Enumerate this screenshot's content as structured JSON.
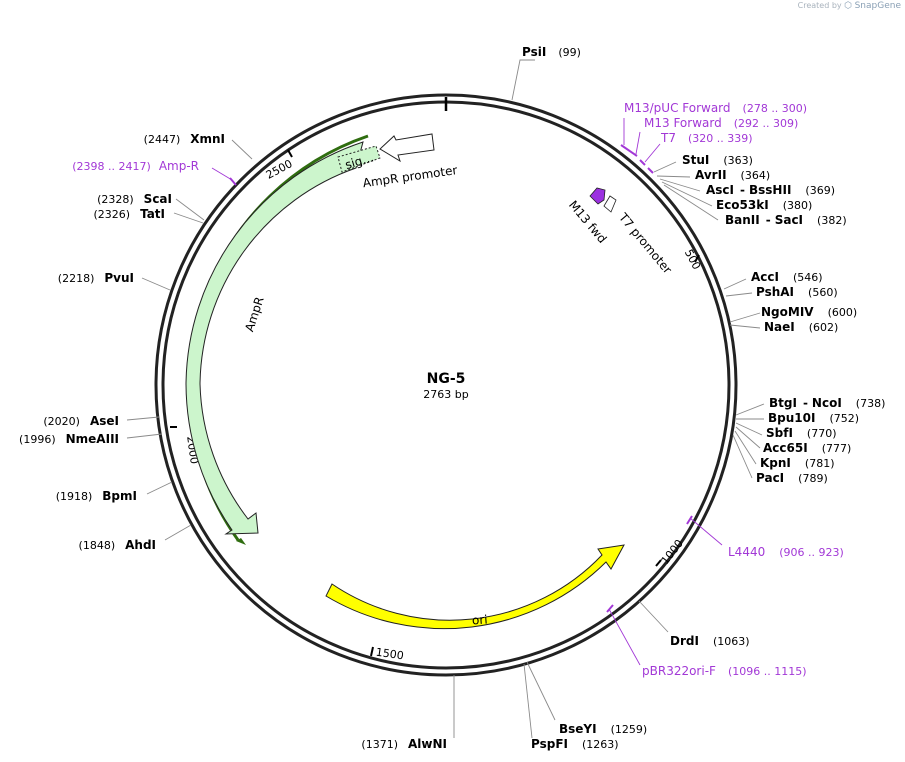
{
  "credit": {
    "prefix": "Created by",
    "brand": "SnapGene"
  },
  "plasmid": {
    "name": "NG-5",
    "length_label": "2763 bp",
    "length": 2763
  },
  "ticks": [
    {
      "label": "500",
      "pos": 500
    },
    {
      "label": "1000",
      "pos": 1000
    },
    {
      "label": "1500",
      "pos": 1500
    },
    {
      "label": "2000",
      "pos": 2000
    },
    {
      "label": "2500",
      "pos": 2500
    }
  ],
  "enzymes": [
    {
      "name": "PsiI",
      "pos": "(99)"
    },
    {
      "name": "StuI",
      "pos": "(363)"
    },
    {
      "name": "AvrII",
      "pos": "(364)"
    },
    {
      "name": "AscI",
      "name2": "BssHII",
      "pos": "(369)"
    },
    {
      "name": "Eco53kI",
      "pos": "(380)"
    },
    {
      "name": "BanII",
      "name2": "SacI",
      "pos": "(382)"
    },
    {
      "name": "AccI",
      "pos": "(546)"
    },
    {
      "name": "PshAI",
      "pos": "(560)"
    },
    {
      "name": "NgoMIV",
      "pos": "(600)"
    },
    {
      "name": "NaeI",
      "pos": "(602)"
    },
    {
      "name": "BtgI",
      "name2": "NcoI",
      "pos": "(738)"
    },
    {
      "name": "Bpu10I",
      "pos": "(752)"
    },
    {
      "name": "SbfI",
      "pos": "(770)"
    },
    {
      "name": "Acc65I",
      "pos": "(777)"
    },
    {
      "name": "KpnI",
      "pos": "(781)"
    },
    {
      "name": "PacI",
      "pos": "(789)"
    },
    {
      "name": "DrdI",
      "pos": "(1063)"
    },
    {
      "name": "BseYI",
      "pos": "(1259)"
    },
    {
      "name": "PspFI",
      "pos": "(1263)"
    },
    {
      "name": "AlwNI",
      "pos": "(1371)"
    },
    {
      "name": "AhdI",
      "pos": "(1848)"
    },
    {
      "name": "BpmI",
      "pos": "(1918)"
    },
    {
      "name": "NmeAIII",
      "pos": "(1996)"
    },
    {
      "name": "AseI",
      "pos": "(2020)"
    },
    {
      "name": "PvuI",
      "pos": "(2218)"
    },
    {
      "name": "TatI",
      "pos": "(2326)"
    },
    {
      "name": "ScaI",
      "pos": "(2328)"
    },
    {
      "name": "XmnI",
      "pos": "(2447)"
    }
  ],
  "primers": [
    {
      "name": "M13/pUC Forward",
      "range": "(278 .. 300)"
    },
    {
      "name": "M13 Forward",
      "range": "(292 .. 309)"
    },
    {
      "name": "T7",
      "range": "(320 .. 339)"
    },
    {
      "name": "L4440",
      "range": "(906 .. 923)"
    },
    {
      "name": "pBR322ori-F",
      "range": "(1096 .. 1115)"
    },
    {
      "name": "Amp-R",
      "range": "(2398 .. 2417)"
    }
  ],
  "features": [
    {
      "name": "AmpR promoter",
      "color": "#ffffff"
    },
    {
      "name": "sig…",
      "color": "#ccf5cc"
    },
    {
      "name": "AmpR",
      "color": "#ccf5cc"
    },
    {
      "name": "ori",
      "color": "#ffff00"
    },
    {
      "name": "M13 fwd",
      "color": "#9b30e0"
    },
    {
      "name": "T7 promoter",
      "color": "#ffffff"
    }
  ],
  "colors": {
    "primer": "#a238d6",
    "backbone": "#222222",
    "ampr_fill": "#ccf5cc",
    "ori_fill": "#ffff00"
  }
}
